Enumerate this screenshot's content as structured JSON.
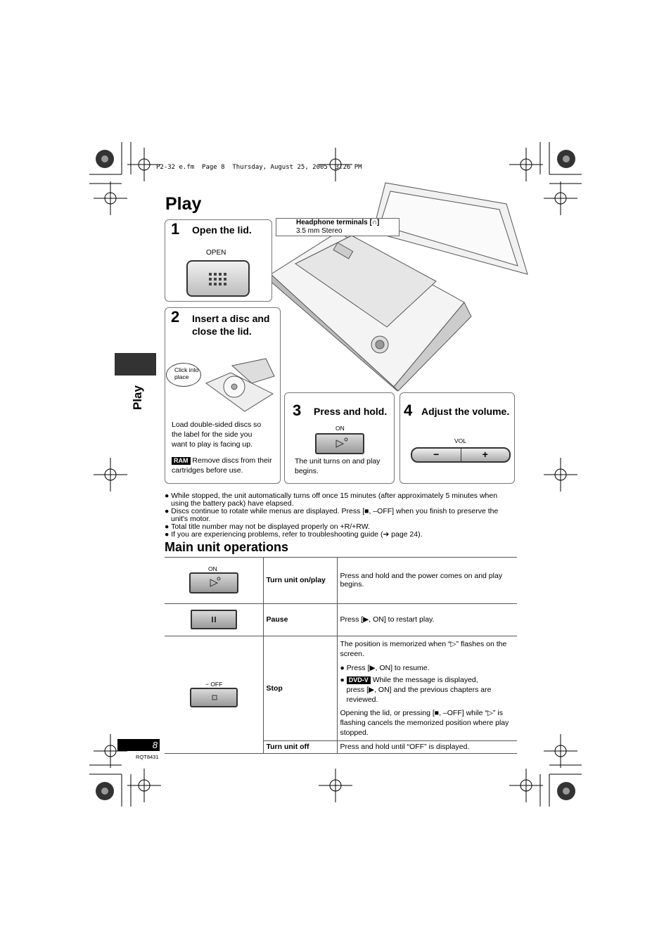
{
  "file_header": "P2-32 e.fm  Page 8  Thursday, August 25, 2005  3:26 PM",
  "page_title": "Play",
  "side_tab": "Play",
  "step1": {
    "num": "1",
    "title": "Open the lid.",
    "button_label": "OPEN"
  },
  "headphone": {
    "title": "Headphone terminals [∩]",
    "desc": "3.5 mm Stereo"
  },
  "step2": {
    "num": "2",
    "title_line1": "Insert a disc and",
    "title_line2": "close the lid.",
    "callout_line1": "Click into",
    "callout_line2": "place",
    "note_line1": "Load double-sided discs so",
    "note_line2": "the label for the side you",
    "note_line3": "want to play is facing up.",
    "ram_badge": "RAM",
    "ram_line1": "Remove discs from their",
    "ram_line2": "cartridges before use."
  },
  "step3": {
    "num": "3",
    "title": "Press and hold.",
    "button_label": "ON",
    "note_line1": "The unit turns on and play",
    "note_line2": "begins."
  },
  "step4": {
    "num": "4",
    "title": "Adjust the volume.",
    "vol_label": "VOL",
    "minus": "−",
    "plus": "+"
  },
  "bullets": [
    "While stopped, the unit automatically turns off once 15 minutes (after approximately 5 minutes when using the battery pack) have elapsed.",
    "Discs continue to rotate while menus are displayed. Press [■, –OFF] when you finish to preserve the unit's motor.",
    "Total title number may not be displayed properly on +R/+RW.",
    "If you are experiencing problems, refer to troubleshooting guide (➔ page 24)."
  ],
  "section_title": "Main unit operations",
  "operations": {
    "row1": {
      "icon_label": "ON",
      "name": "Turn unit on/play",
      "desc": "Press and hold and the power comes on and play begins."
    },
    "row2": {
      "name": "Pause",
      "desc": "Press [▶, ON] to restart play."
    },
    "row3": {
      "icon_label": "− OFF",
      "name": "Stop",
      "desc1": "The position is memorized when “▷” flashes on the screen.",
      "bullet1": "Press [▶,  ON] to resume.",
      "dvd_badge": "DVD-V",
      "bullet2_a": "While the message is displayed,",
      "bullet2_b": "press [▶,  ON] and the previous chapters are reviewed.",
      "desc2": "Opening the lid, or pressing [■, –OFF] while “▷” is flashing cancels the memorized position where play stopped."
    },
    "row4": {
      "name": "Turn unit off",
      "desc": "Press and hold until “OFF” is displayed."
    }
  },
  "page_number": "8",
  "doc_code": "RQT8431"
}
